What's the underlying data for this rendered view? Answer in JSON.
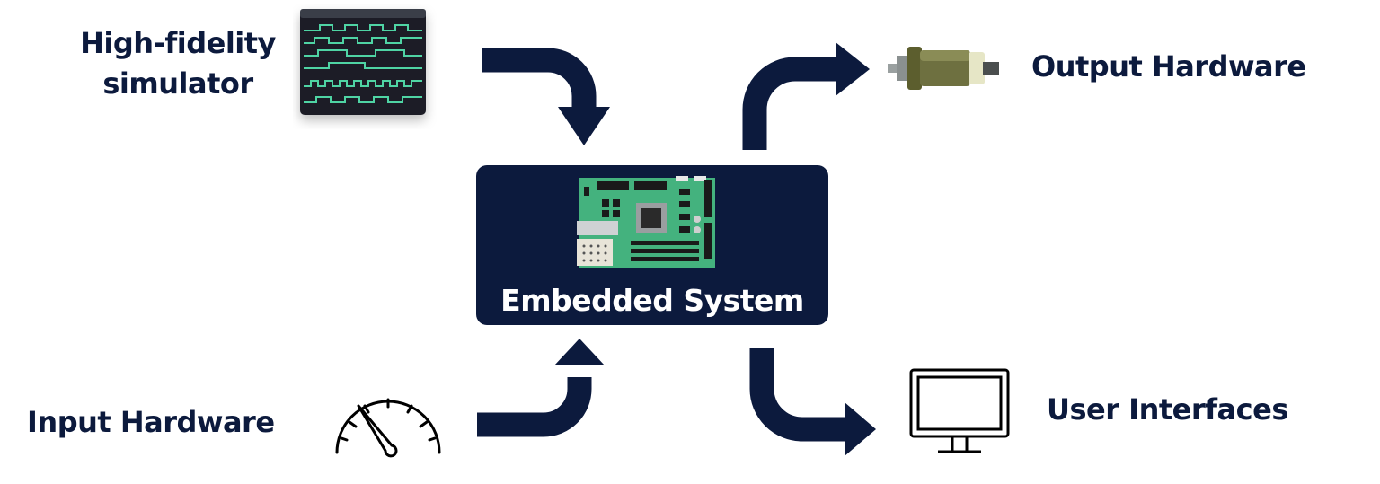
{
  "nodes": {
    "simulator": {
      "label_line1": "High-fidelity",
      "label_line2": "simulator",
      "icon": "oscilloscope-icon"
    },
    "input": {
      "label": "Input Hardware",
      "icon": "gauge-icon"
    },
    "center": {
      "label": "Embedded System",
      "icon": "circuit-board-icon"
    },
    "output": {
      "label": "Output Hardware",
      "icon": "motor-icon"
    },
    "ui": {
      "label": "User Interfaces",
      "icon": "monitor-icon"
    }
  },
  "colors": {
    "navy": "#0c1a3d",
    "trace": "#4fd4a4",
    "board": "#44b27e",
    "motor": "#6e7040"
  }
}
